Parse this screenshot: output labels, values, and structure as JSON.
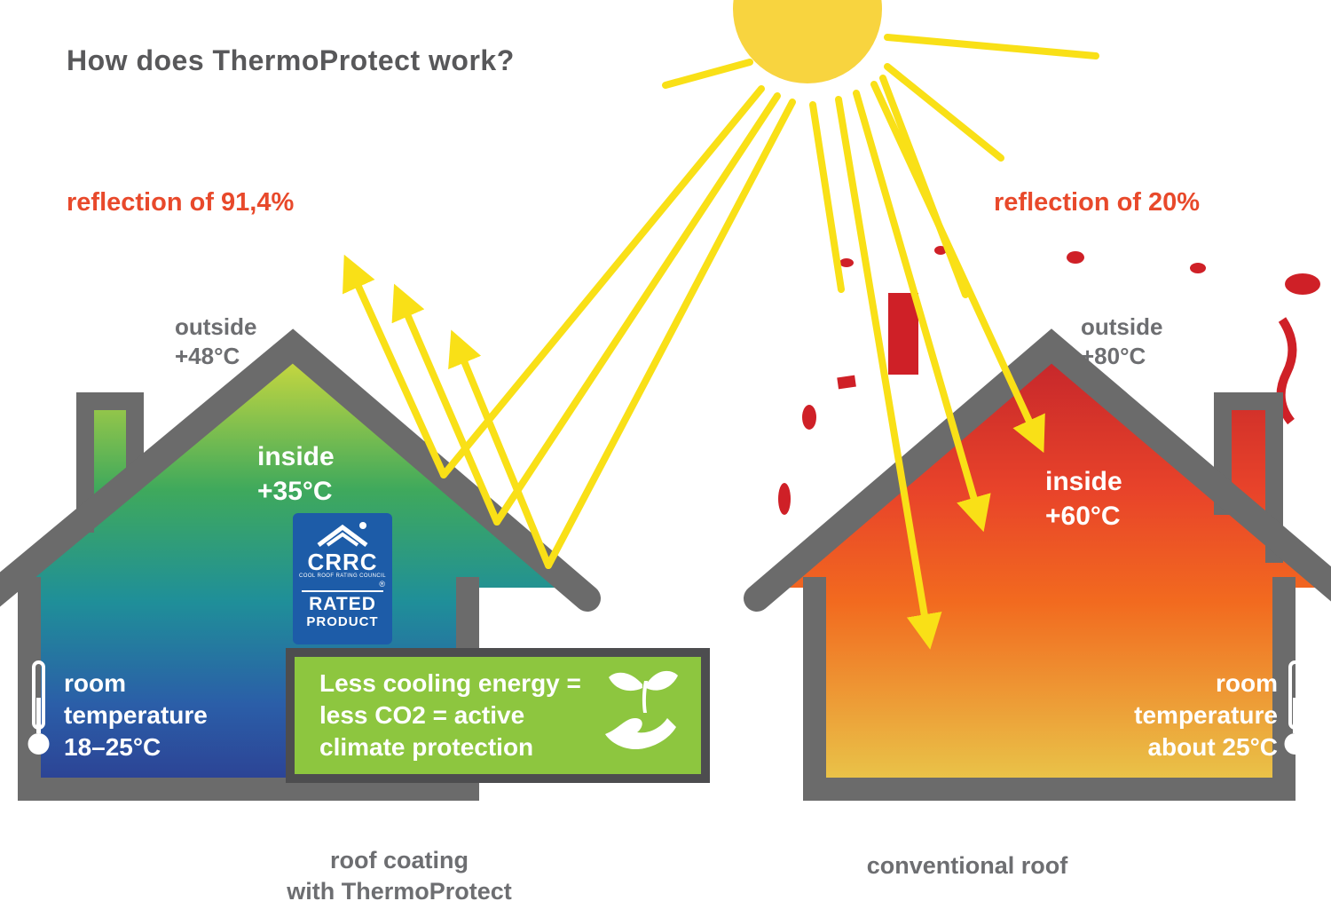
{
  "title": "How does ThermoProtect work?",
  "left": {
    "reflection": "reflection of 91,4%",
    "outside": "outside",
    "outside_temp": "+48°C",
    "inside": "inside",
    "inside_temp": "+35°C",
    "room": [
      "room",
      "temperature",
      "18–25°C"
    ],
    "caption": [
      "roof coating",
      "with ThermoProtect"
    ]
  },
  "right": {
    "reflection": "reflection of 20%",
    "outside": "outside",
    "outside_temp": "+80°C",
    "inside": "inside",
    "inside_temp": "+60°C",
    "room": [
      "room",
      "temperature",
      "about 25°C"
    ],
    "caption": "conventional roof"
  },
  "badge": {
    "acronym": "CRRC",
    "council": "COOL ROOF RATING COUNCIL",
    "registered": "®",
    "rated": "RATED",
    "product": "PRODUCT"
  },
  "green_box": {
    "lines": [
      "Less cooling energy =",
      "less CO2 = active",
      "climate protection"
    ]
  },
  "colors": {
    "sun": "#f8d43f",
    "ray": "#f9e017",
    "outline_gray": "#6b6b6b",
    "text_gray": "#6d6e71",
    "reflection_red": "#e8492b",
    "heat_red": "#cf2027",
    "badge_blue": "#1d5ca8",
    "box_green": "#8dc63f",
    "cool_gradient": [
      "#ccd93e",
      "#3fa95c",
      "#1f8f99",
      "#2b5ea8",
      "#2c3b8f"
    ],
    "warm_gradient": [
      "#c5262b",
      "#e8432a",
      "#f26a1f",
      "#e8cf4e"
    ]
  }
}
